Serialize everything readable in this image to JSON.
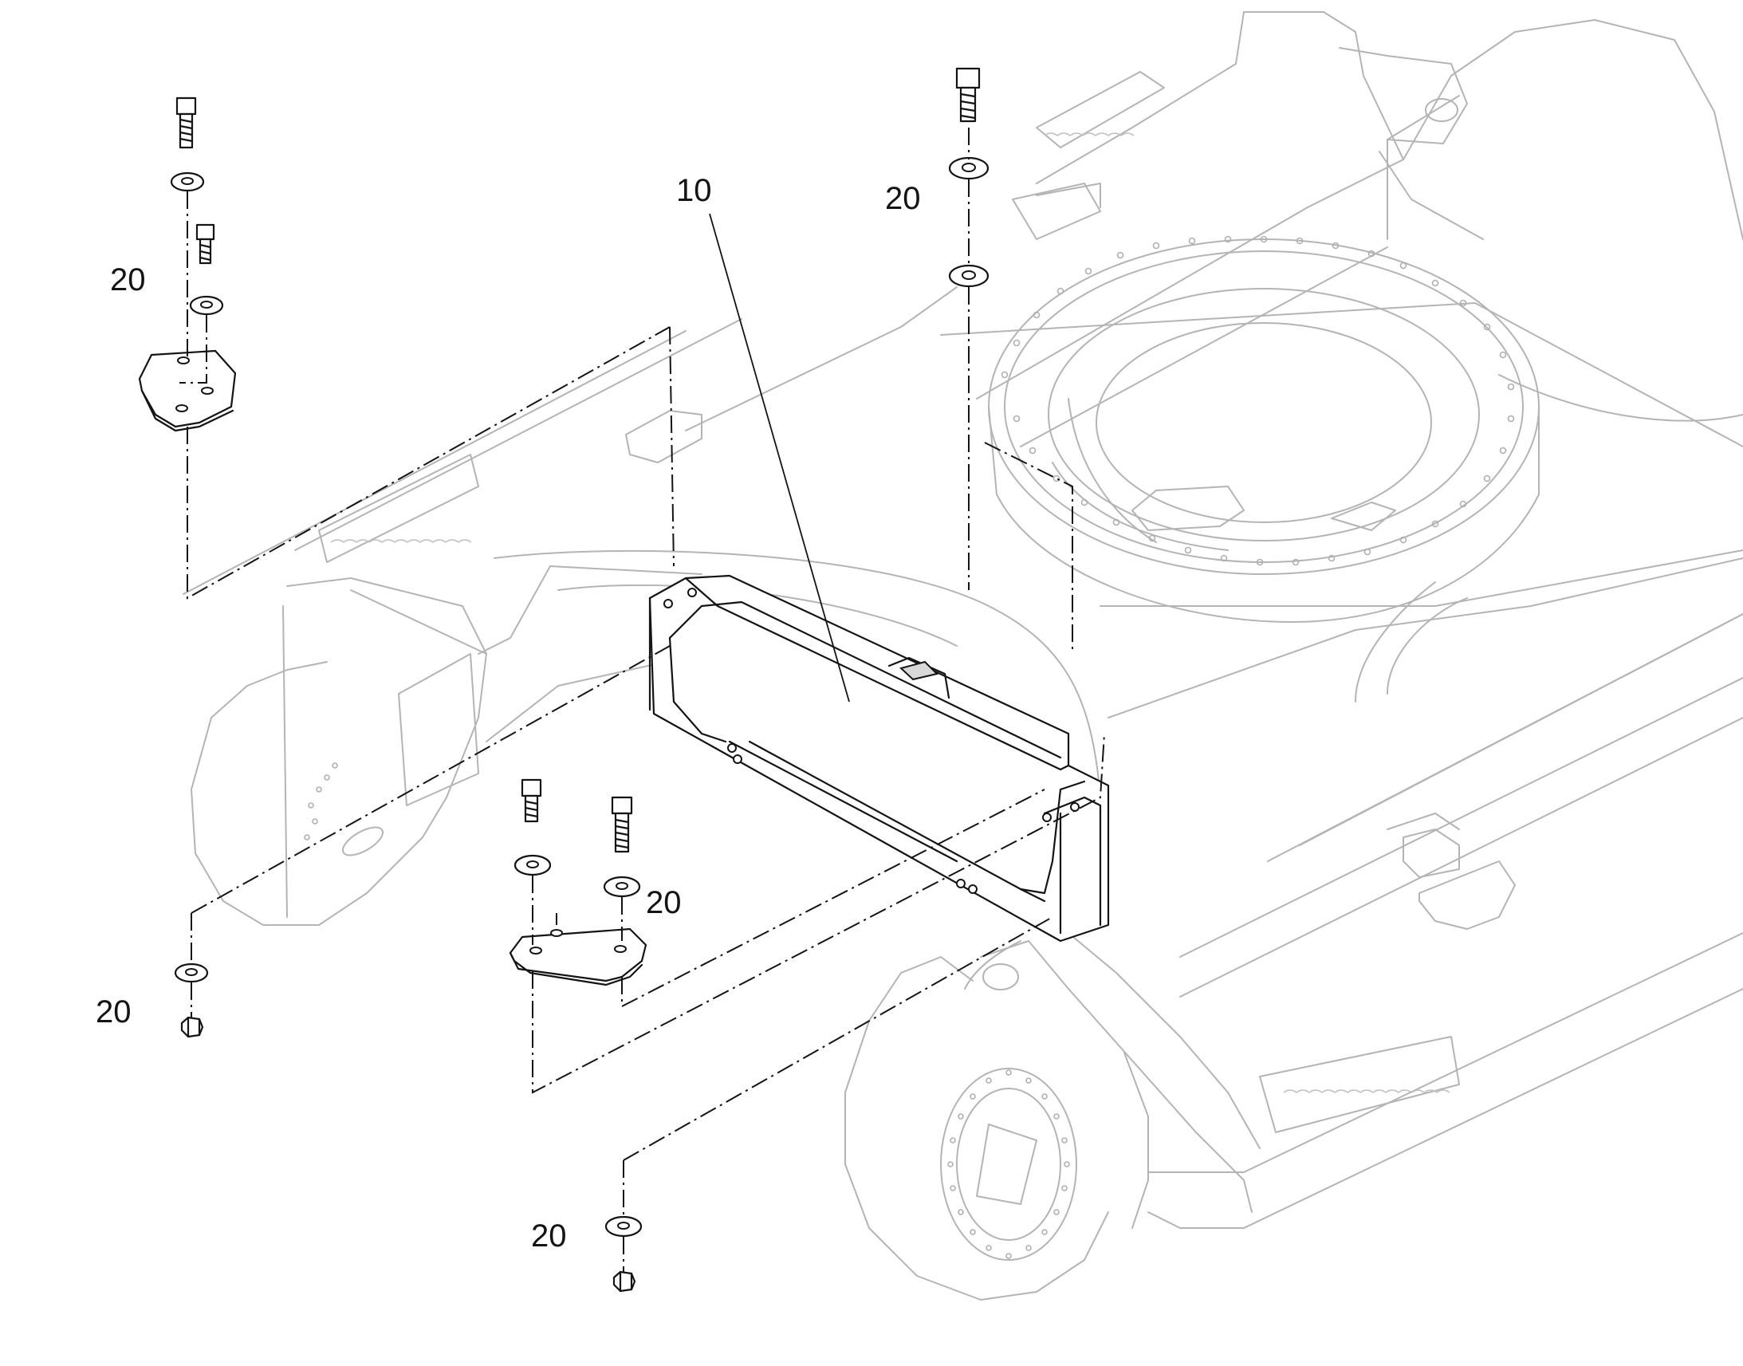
{
  "diagram": {
    "callouts": {
      "main_part": "10",
      "fastener_top_left": "20",
      "fastener_top_right": "20",
      "fastener_bottom_mid": "20",
      "fastener_left_lower": "20",
      "fastener_bottom": "20"
    },
    "colors": {
      "part_outline": "#141414",
      "background_outline": "#b4b4b4",
      "background": "#ffffff"
    }
  }
}
